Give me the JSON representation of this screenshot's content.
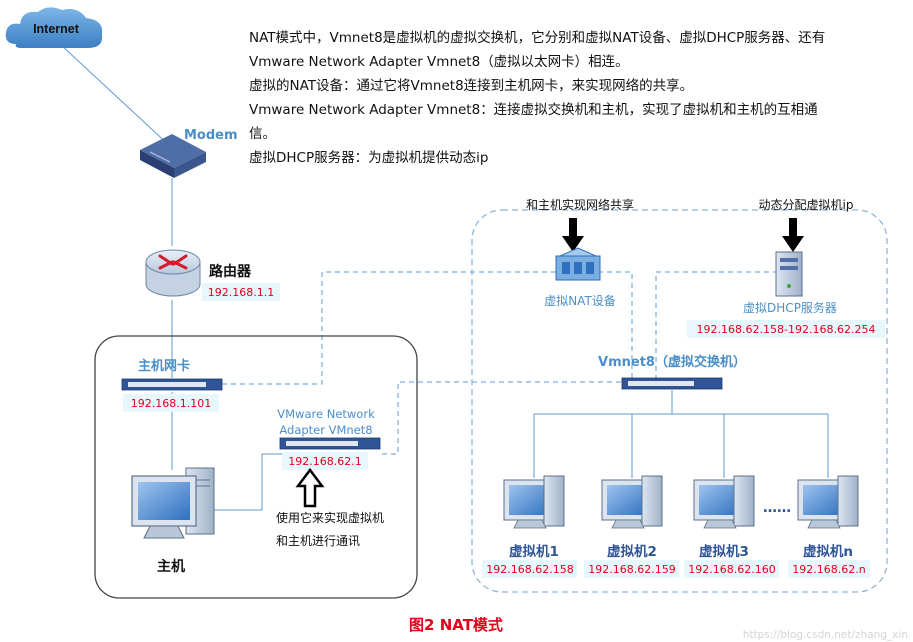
{
  "description": {
    "lines": [
      "NAT模式中，Vmnet8是虚拟机的虚拟交换机，它分别和虚拟NAT设备、虚拟DHCP服务器、还有",
      "Vmware Network Adapter Vmnet8（虚拟以太网卡）相连。",
      "虚拟的NAT设备：通过它将Vmnet8连接到主机网卡，来实现网络的共享。",
      "Vmware Network Adapter Vmnet8：连接虚拟交换机和主机，实现了虚拟机和主机的互相通",
      "信。",
      "虚拟DHCP服务器：为虚拟机提供动态ip"
    ]
  },
  "nodes": {
    "internet": "Internet",
    "modem": "Modem",
    "router": {
      "label": "路由器",
      "ip": "192.168.1.1"
    },
    "host_nic": {
      "label": "主机网卡",
      "ip": "192.168.1.101"
    },
    "vmnet8_adapter": {
      "label_line1": "VMware Network",
      "label_line2": "Adapter VMnet8",
      "ip": "192.168.62.1"
    },
    "host": "主机",
    "nat": {
      "label": "虚拟NAT设备",
      "annotation": "和主机实现网络共享"
    },
    "dhcp": {
      "label": "虚拟DHCP服务器",
      "annotation": "动态分配虚拟机ip",
      "ip_range": "192.168.62.158-192.168.62.254"
    },
    "switch": {
      "label": "Vmnet8（虚拟交换机）"
    },
    "adapter_note": {
      "line1": "使用它来实现虚拟机",
      "line2": "和主机进行通讯"
    },
    "vms": [
      {
        "label": "虚拟机1",
        "ip": "192.168.62.158"
      },
      {
        "label": "虚拟机2",
        "ip": "192.168.62.159"
      },
      {
        "label": "虚拟机3",
        "ip": "192.168.62.160"
      },
      {
        "label": "虚拟机n",
        "ip": "192.168.62.n"
      }
    ],
    "ellipsis": "……"
  },
  "caption": "图2  NAT模式",
  "watermark": "https://blog.csdn.net/zhang_xin",
  "colors": {
    "ip_box": "#e7f7fb",
    "ip_text": "#e0001a",
    "blue_label": "#4a8fc9",
    "caption": "#e0001a",
    "line": "#5b9bd5",
    "dashed_box": "#8fb3d9"
  }
}
